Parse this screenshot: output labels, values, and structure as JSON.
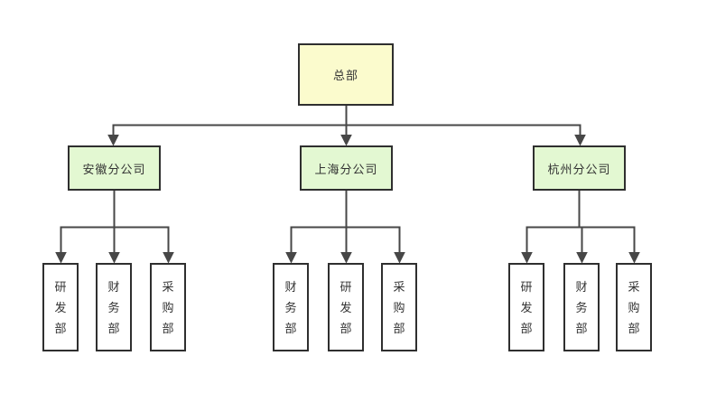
{
  "diagram": {
    "type": "org-chart",
    "root": {
      "label": "总部"
    },
    "branches": [
      {
        "label": "安徽分公司",
        "departments": [
          "研发部",
          "财务部",
          "采购部"
        ]
      },
      {
        "label": "上海分公司",
        "departments": [
          "财务部",
          "研发部",
          "采购部"
        ]
      },
      {
        "label": "杭州分公司",
        "departments": [
          "研发部",
          "财务部",
          "采购部"
        ]
      }
    ],
    "colors": {
      "root_fill": "#FBFBCD",
      "branch_fill": "#E3F8D2",
      "dept_fill": "#FFFFFF",
      "border": "#2F2F2F",
      "line": "#474747",
      "text": "#333333",
      "background": "#FFFFFF"
    }
  }
}
